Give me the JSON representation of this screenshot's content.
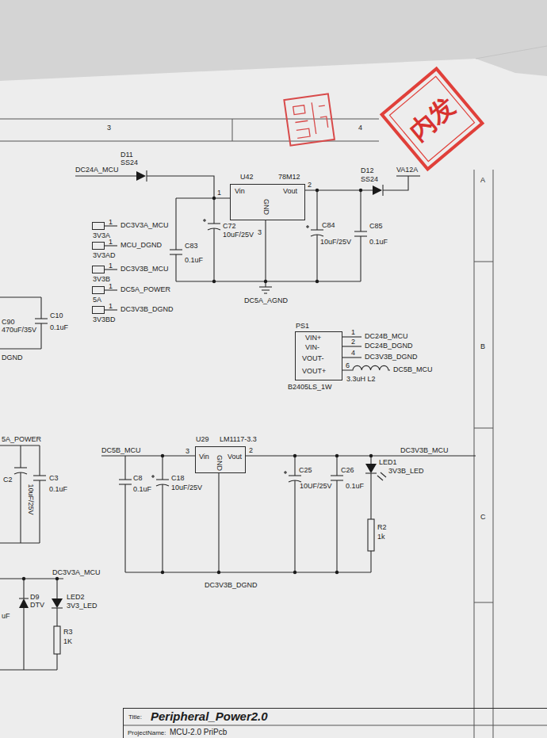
{
  "diagram": {
    "nodes": [
      {
        "text": [
          "U42",
          "78M12",
          "Vin",
          "GND",
          "Vout"
        ]
      },
      {
        "text": [
          "PS1",
          "VIN+",
          "VIN-",
          "VOUT-",
          "VOUT+",
          "B2405LS_1W"
        ]
      },
      {
        "text": [
          "U29",
          "LM1117-3.3",
          "Vin",
          "GND",
          "Vout"
        ]
      },
      {
        "text": [
          "1",
          "3V3A"
        ]
      },
      {
        "text": [
          "1",
          "3V3AD"
        ]
      },
      {
        "text": [
          "1",
          "3V3B"
        ]
      },
      {
        "text": [
          "1",
          "5A"
        ]
      },
      {
        "text": [
          "1",
          "3V3BD"
        ]
      },
      {
        "text": [
          "Title:",
          "Peripheral_Power2.0",
          "ProjectName:",
          "MCU-2.0 PriPcb"
        ]
      }
    ],
    "labels": [
      "3",
      "4",
      "A",
      "B",
      "C",
      "内发",
      "D11",
      "SS24",
      "DC24A_MCU",
      "1",
      "2",
      "3",
      "C72",
      "10uF/25V",
      "C83",
      "0.1uF",
      "C84",
      "10uF/25V",
      "C85",
      "0.1uF",
      "D12",
      "SS24",
      "VA12A",
      "DC5A_AGND",
      "DC3V3A_MCU",
      "MCU_DGND",
      "DC3V3B_MCU",
      "DC5A_POWER",
      "DC3V3B_DGND",
      "1",
      "DC24B_MCU",
      "2",
      "DC24B_DGND",
      "4",
      "DC3V3B_DGND",
      "6",
      "DC5B_MCU",
      "3.3uH L2",
      "DC5B_MCU",
      "3",
      "2",
      "C8",
      "0.1uF",
      "C18",
      "10uF/25V",
      "C25",
      "10UF/25V",
      "C26",
      "0.1uF",
      "LED1",
      "3V3B_LED",
      "R2",
      "1k",
      "DC3V3B_MCU",
      "DC3V3B_DGND",
      "C90",
      "470uF/35V",
      "C10",
      "0.1uF",
      "DGND",
      "5A_POWER",
      "C2",
      "10uF/25V",
      "C3",
      "0.1uF",
      "DC3V3A_MCU",
      "D9",
      "DTV",
      "LED2",
      "3V3_LED",
      "R3",
      "1K",
      "uF"
    ]
  }
}
